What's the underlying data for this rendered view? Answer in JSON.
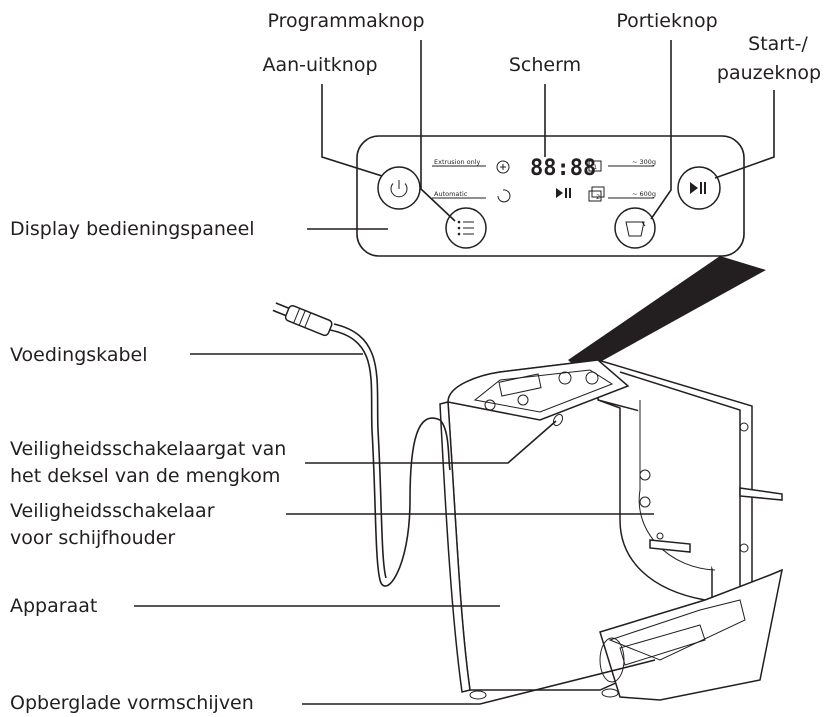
{
  "labels": {
    "programma_knop": "Programmaknop",
    "portie_knop": "Portieknop",
    "aan_uit_knop": "Aan-uitknop",
    "scherm": "Scherm",
    "start_pauze_line1": "Start-/",
    "start_pauze_line2": "pauzeknop",
    "display_panel": "Display bedieningspaneel",
    "voedingskabel": "Voedingskabel",
    "lid_switch_line1": "Veiligheidsschakelaargat van",
    "lid_switch_line2": "het deksel van de mengkom",
    "disc_switch_line1": "Veiligheidsschakelaar",
    "disc_switch_line2": "voor schijfhouder",
    "apparaat": "Apparaat",
    "opberglade": "Opberglade vormschijven"
  },
  "display": {
    "extrusion_only": "Extrusion only",
    "automatic": "Automatic",
    "digits": "88:88",
    "portion_small": "~ 300g",
    "portion_large": "~ 600g",
    "portion_icon_1": "1",
    "portion_icon_2": "2"
  },
  "icons": {
    "power": "power-icon",
    "menu": "list-icon",
    "portion": "cup-icon",
    "play_pause": "play-pause-icon",
    "plug": "power-plug-icon"
  }
}
